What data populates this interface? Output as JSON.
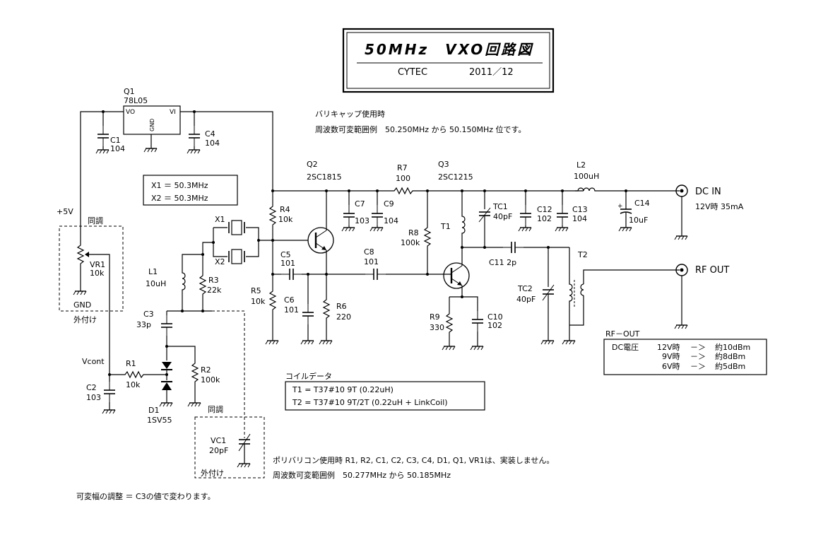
{
  "title": {
    "main": "50MHz　VXO回路図",
    "author": "CYTEC",
    "date": "2011／12"
  },
  "notes": {
    "varicap_1": "バリキャップ使用時",
    "varicap_2": "周波数可変範囲例　50.250MHz から 50.150MHz 位です。",
    "crystal_1": "X1 ＝ 50.3MHz",
    "crystal_2": "X2 ＝ 50.3MHz",
    "coil_title": "コイルデータ",
    "coil_1": "T1 = T37#10 9T (0.22uH)",
    "coil_2": "T2 = T37#10 9T/2T (0.22uH + LinkCoil)",
    "polyvaricon_1": "ポリバリコン使用時 R1, R2, C1, C2, C3, C4, D1, Q1, VR1は、実装しません。",
    "polyvaricon_2": "周波数可変範囲例　50.277MHz から 50.185MHz",
    "adjust": "可変幅の調整 ＝ C3の値で変わります。"
  },
  "rfout_table": {
    "title": "RF－OUT",
    "head": "DC電圧",
    "rows": [
      {
        "v": "12V時",
        "arrow": "－＞",
        "out": "約10dBm"
      },
      {
        "v": "9V時",
        "arrow": "－＞",
        "out": "約8dBm"
      },
      {
        "v": "6V時",
        "arrow": "－＞",
        "out": "約5dBm"
      }
    ]
  },
  "ports": {
    "dc_in": "DC IN",
    "dc_in_note": "12V時 35mA",
    "rf_out": "RF OUT",
    "plus5v": "+5V",
    "vcont": "Vcont",
    "gnd": "GND",
    "tocho1": "同調",
    "sotoduke1": "外付け",
    "tocho2": "同調",
    "sotoduke2": "外付け"
  },
  "components": {
    "q1_name": "Q1",
    "q1_val": "78L05",
    "q1_vo": "VO",
    "q1_vi": "VI",
    "q1_gnd": "GND",
    "q2_name": "Q2",
    "q2_val": "2SC1815",
    "q3_name": "Q3",
    "q3_val": "2SC1215",
    "c1_name": "C1",
    "c1_val": "104",
    "c4_name": "C4",
    "c4_val": "104",
    "r4_name": "R4",
    "r4_val": "10k",
    "r5_name": "R5",
    "r5_val": "10k",
    "x1": "X1",
    "x2": "X2",
    "r3_name": "R3",
    "r3_val": "22k",
    "l1_name": "L1",
    "l1_val": "10uH",
    "vr1_name": "VR1",
    "vr1_val": "10k",
    "c3_name": "C3",
    "c3_val": "33p",
    "r1_name": "R1",
    "r1_val": "10k",
    "c2_name": "C2",
    "c2_val": "103",
    "d1_name": "D1",
    "d1_val": "1SV55",
    "r2_name": "R2",
    "r2_val": "100k",
    "vc1_name": "VC1",
    "vc1_val": "20pF",
    "c5_name": "C5",
    "c5_val": "101",
    "c6_name": "C6",
    "c6_val": "101",
    "r6_name": "R6",
    "r6_val": "220",
    "c7_name": "C7",
    "c7_val": "103",
    "c9_name": "C9",
    "c9_val": "104",
    "r7_name": "R7",
    "r7_val": "100",
    "r8_name": "R8",
    "r8_val": "100k",
    "c8_name": "C8",
    "c8_val": "101",
    "t1_name": "T1",
    "tc1_name": "TC1",
    "tc1_val": "40pF",
    "c11": "C11 2p",
    "r9_name": "R9",
    "r9_val": "330",
    "c10_name": "C10",
    "c10_val": "102",
    "tc2_name": "TC2",
    "tc2_val": "40pF",
    "t2_name": "T2",
    "c12_name": "C12",
    "c12_val": "102",
    "c13_name": "C13",
    "c13_val": "104",
    "l2_name": "L2",
    "l2_val": "100uH",
    "c14_name": "C14",
    "c14_val": "10uF"
  }
}
